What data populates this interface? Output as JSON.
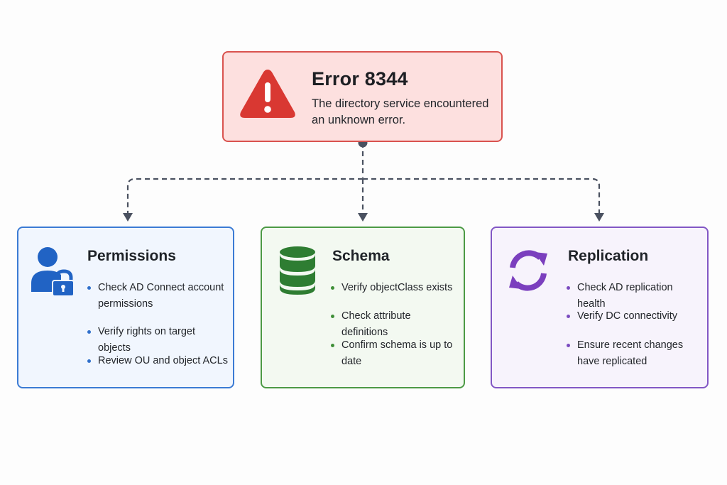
{
  "error": {
    "title": "Error 8344",
    "description": "The directory service encountered an unknown error."
  },
  "cards": [
    {
      "title": "Permissions",
      "icon": "user-lock-icon",
      "color": "#3b7bd4",
      "bullets": [
        "Check AD Connect account permissions",
        "Verify rights on target objects",
        "Review OU and object ACLs"
      ]
    },
    {
      "title": "Schema",
      "icon": "database-icon",
      "color": "#4c9a45",
      "bullets": [
        "Verify objectClass exists",
        "Check attribute definitions",
        "Confirm schema is up to date"
      ]
    },
    {
      "title": "Replication",
      "icon": "sync-icon",
      "color": "#8257c5",
      "bullets": [
        "Check AD replication health",
        "Verify DC connectivity",
        "Ensure recent changes have replicated"
      ]
    }
  ],
  "colors": {
    "error_fill": "#fde0df",
    "error_border": "#d9534f",
    "connector": "#4a5160"
  }
}
